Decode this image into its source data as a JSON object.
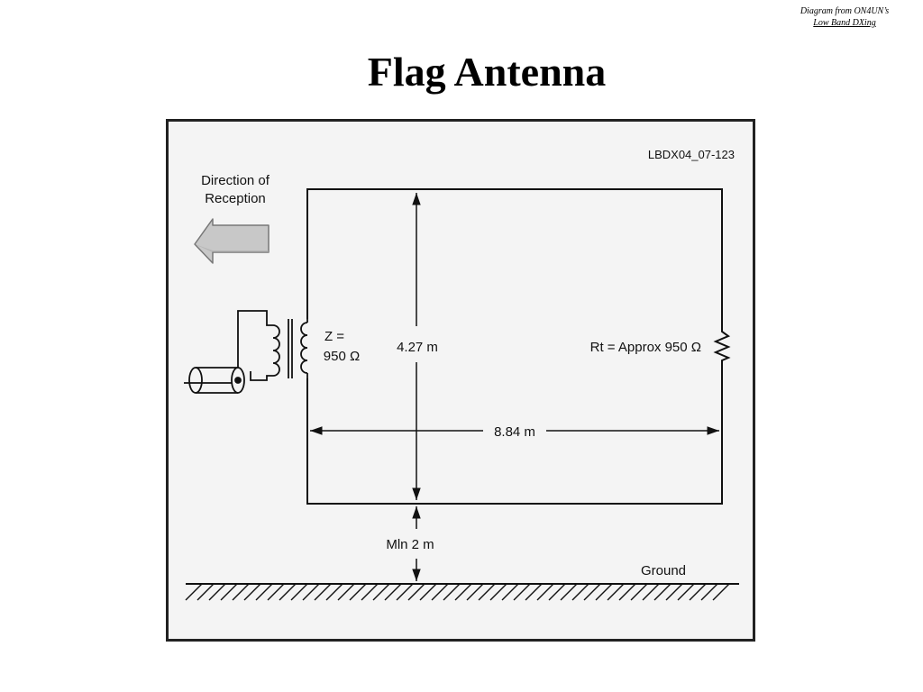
{
  "credit": {
    "line1": "Diagram from ON4UN’s",
    "line2": "Low Band DXing"
  },
  "title": "Flag Antenna",
  "diagram": {
    "figure_id": "LBDX04_07-123",
    "direction_line1": "Direction of",
    "direction_line2": "Reception",
    "impedance_line1": "Z =",
    "impedance_line2": "950 Ω",
    "height_label": "4.27 m",
    "termination_label": "Rt = Approx 950 Ω",
    "width_label": "8.84 m",
    "clearance_label": "Mln 2 m",
    "ground_label": "Ground"
  }
}
